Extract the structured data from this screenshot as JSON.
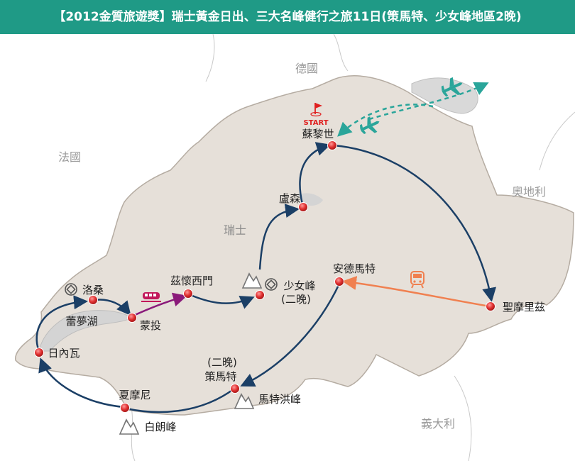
{
  "header": {
    "title": "【2012金質旅遊獎】瑞士黃金日出、三大名峰健行之旅11日(策馬特、少女峰地區2晚)"
  },
  "colors": {
    "header_bg": "#1f9a86",
    "land_swiss": "#e6e0d9",
    "land_outside": "#ffffff",
    "lake": "#d4d4d4",
    "route_main": "#1b3f66",
    "route_train": "#8a1a7a",
    "route_bus": "#f08050",
    "route_flight": "#2aa59a",
    "city_marker": "#e03030"
  },
  "countries": {
    "germany": "德國",
    "france": "法國",
    "austria": "奧地利",
    "italy": "義大利",
    "switzerland": "瑞士"
  },
  "start_label": "START",
  "cities": {
    "zurich": "蘇黎世",
    "lucerne": "盧森",
    "jungfrau": "少女峰",
    "jungfrau_nights": "(二晚)",
    "interlaken": "茲懷西門",
    "lausanne": "洛桑",
    "lake_geneva": "蕾夢湖",
    "montreux": "蒙投",
    "geneva": "日內瓦",
    "chamonix": "夏摩尼",
    "mont_blanc": "白朗峰",
    "zermatt_nights": "(二晚)",
    "zermatt": "策馬特",
    "matterhorn": "馬特洪峰",
    "andermatt": "安德馬特",
    "st_moritz": "聖摩里茲"
  },
  "icons": [
    "airplane-icon",
    "train-icon",
    "bus-icon",
    "mountain-icon",
    "unesco-heritage-icon",
    "start-flag-icon"
  ]
}
